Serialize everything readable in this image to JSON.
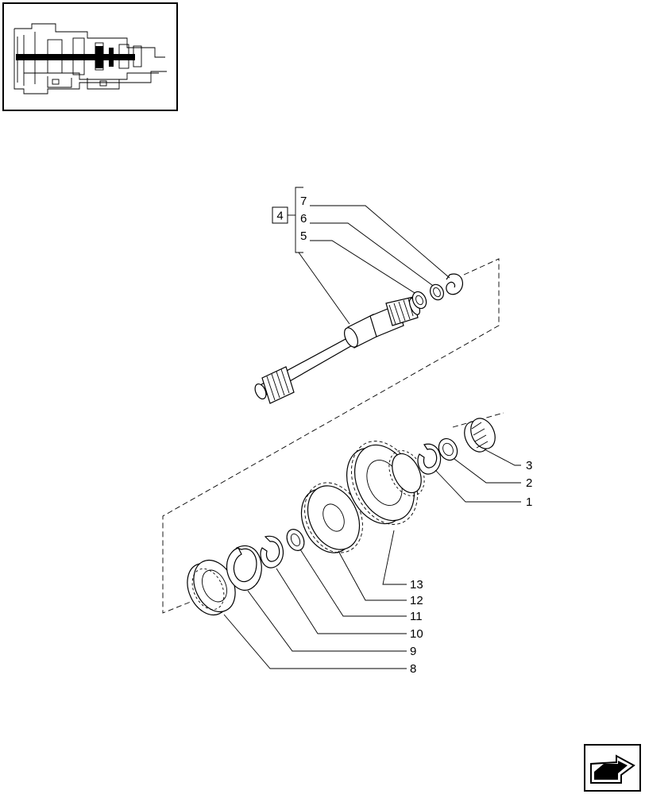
{
  "inset_panel": {
    "icon": "transmission-cross-section-thumbnail"
  },
  "kit": {
    "number": "4",
    "items": [
      "7",
      "6",
      "5"
    ]
  },
  "callouts": [
    "3",
    "2",
    "1",
    "13",
    "12",
    "11",
    "10",
    "9",
    "8"
  ],
  "nav": {
    "icon": "next-page-arrow-icon"
  }
}
